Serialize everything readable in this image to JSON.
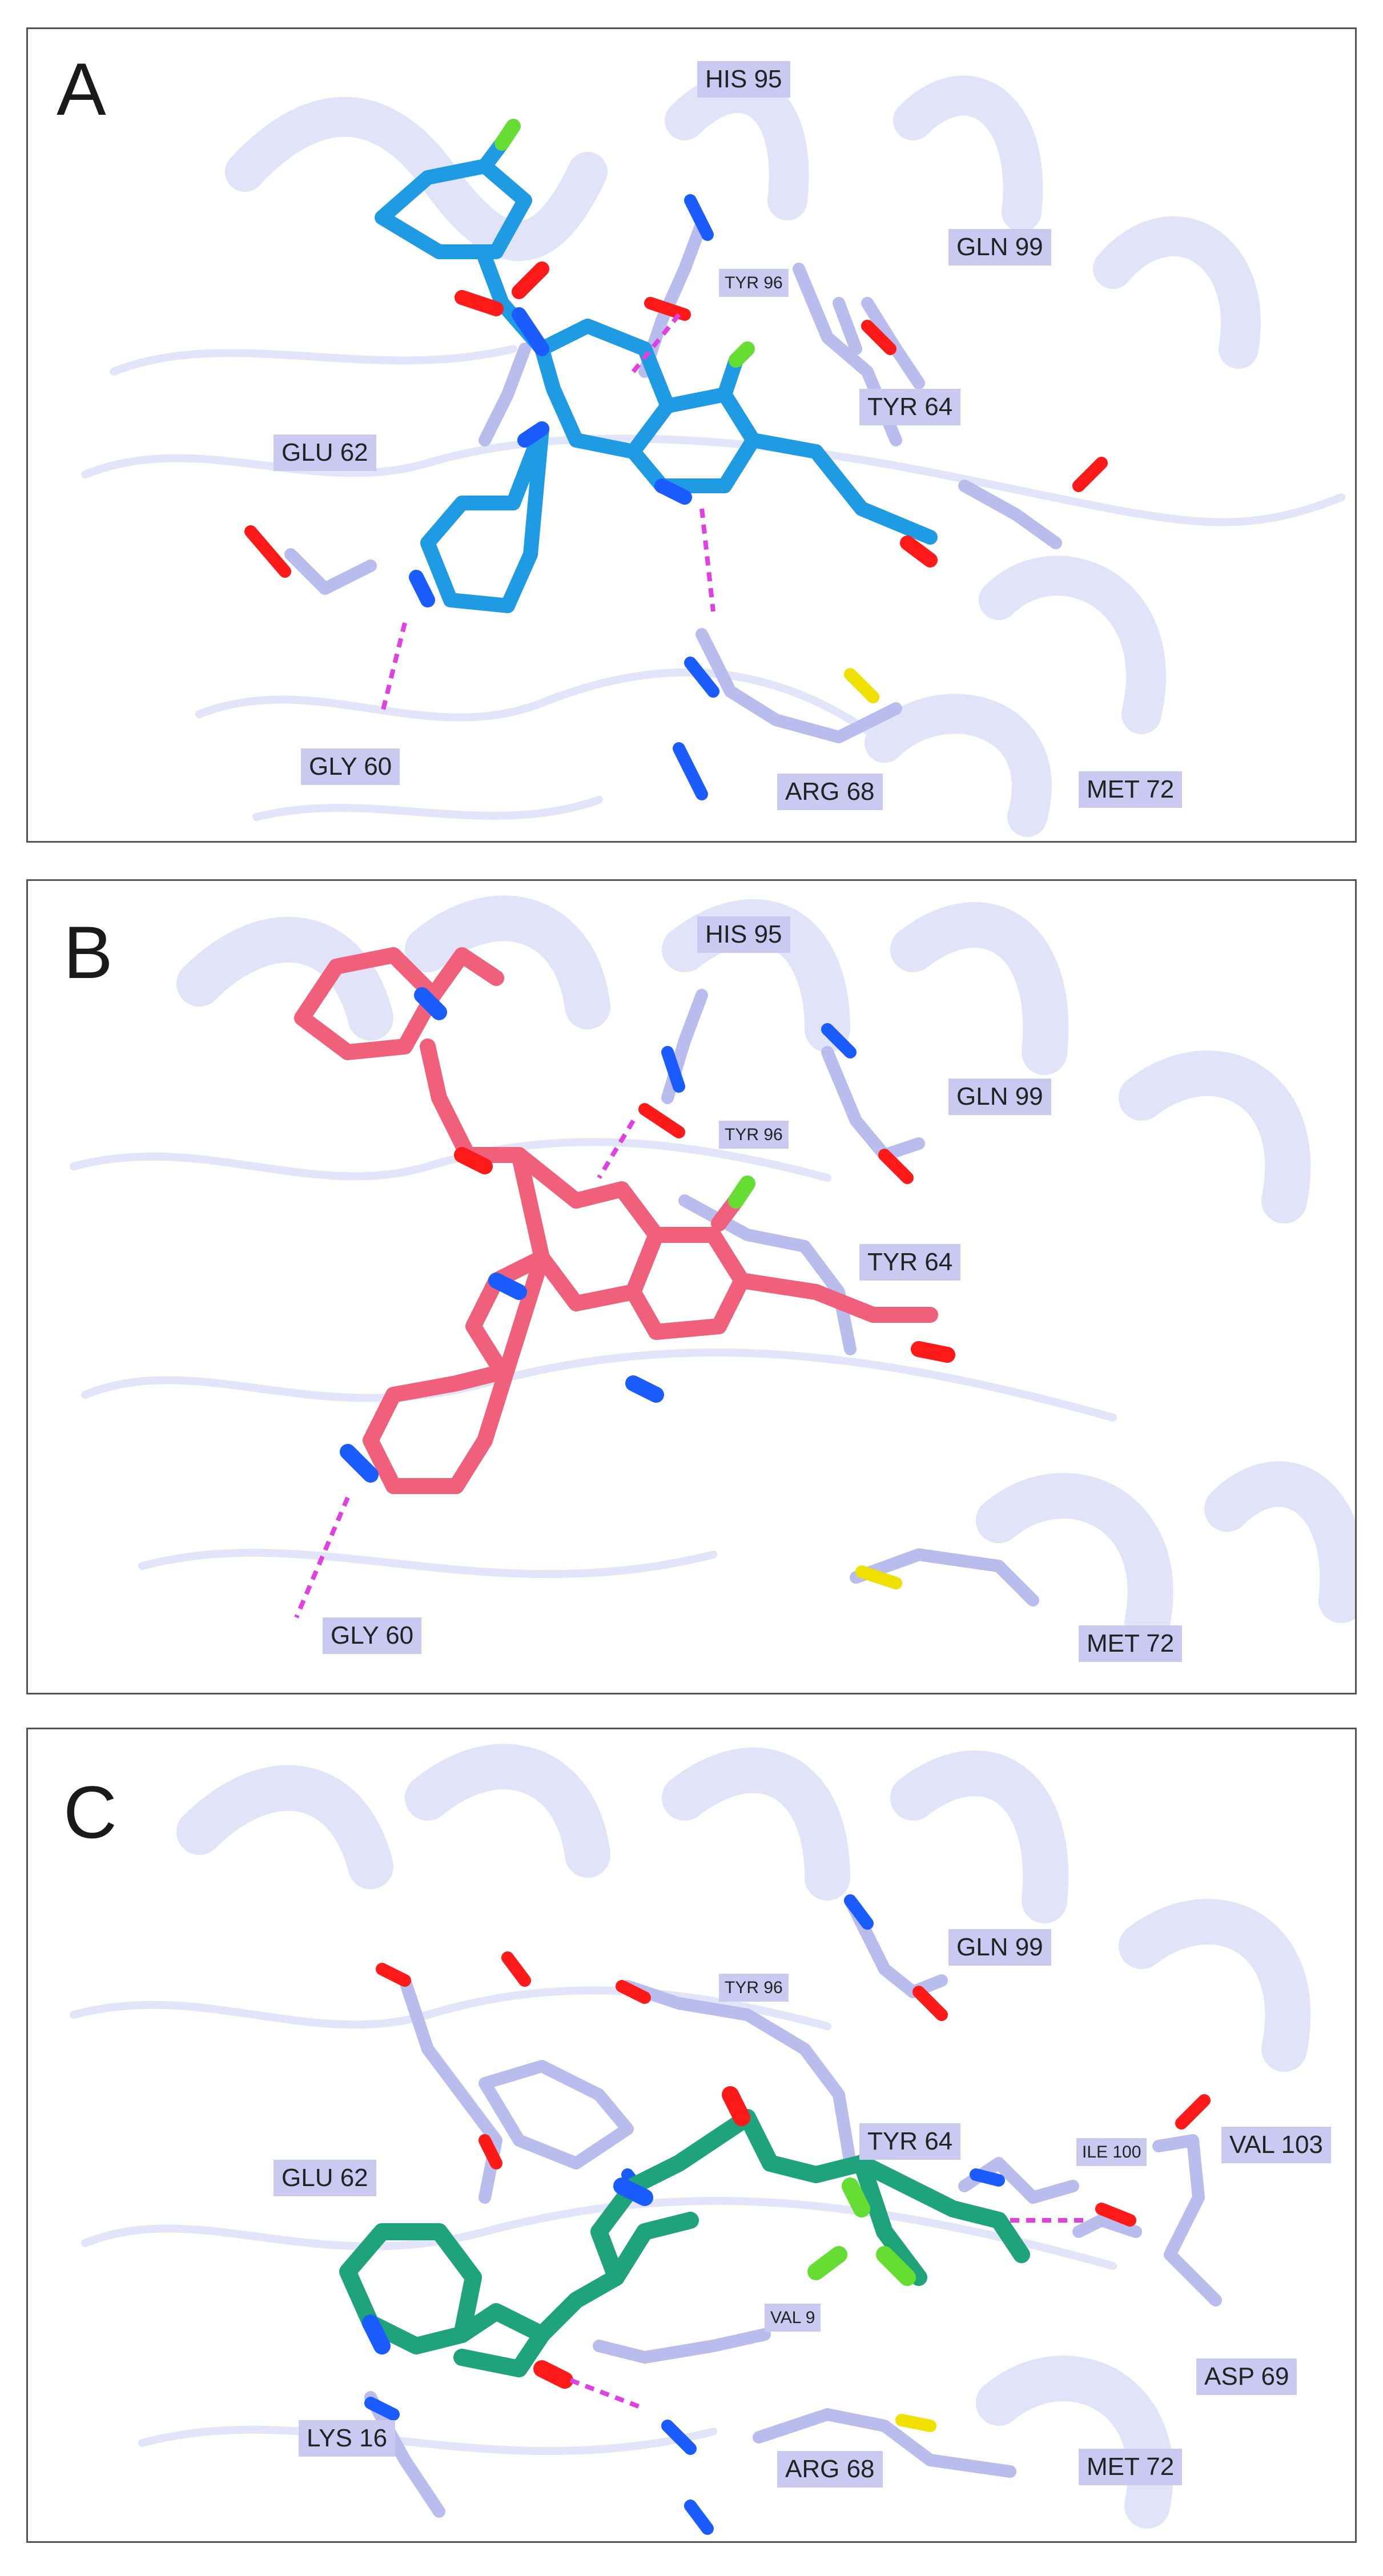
{
  "panels": [
    {
      "letter": "A",
      "ligand_color": "#1e9be3",
      "labels": [
        "HIS 95",
        "TYR 96",
        "GLN 99",
        "TYR 64",
        "GLU 62",
        "GLY 60",
        "ARG 68",
        "MET 72"
      ]
    },
    {
      "letter": "B",
      "ligand_color": "#f0607a",
      "labels": [
        "HIS 95",
        "TYR 96",
        "GLN 99",
        "TYR 64",
        "GLY 60",
        "MET 72"
      ]
    },
    {
      "letter": "C",
      "ligand_color": "#1fa37a",
      "labels": [
        "TYR 96",
        "GLN 99",
        "TYR 64",
        "ILE 100",
        "VAL 103",
        "GLU 62",
        "VAL 9",
        "ASP 69",
        "LYS 16",
        "ARG 68",
        "MET 72"
      ]
    }
  ],
  "colors": {
    "protein": "#b9bdee",
    "label_bg": "#c9c9f1",
    "oxygen": "#ff1a1a",
    "nitrogen": "#1a5cff",
    "fluorine": "#66dd33",
    "sulfur": "#f0e000",
    "hbond": "#e040e0"
  }
}
